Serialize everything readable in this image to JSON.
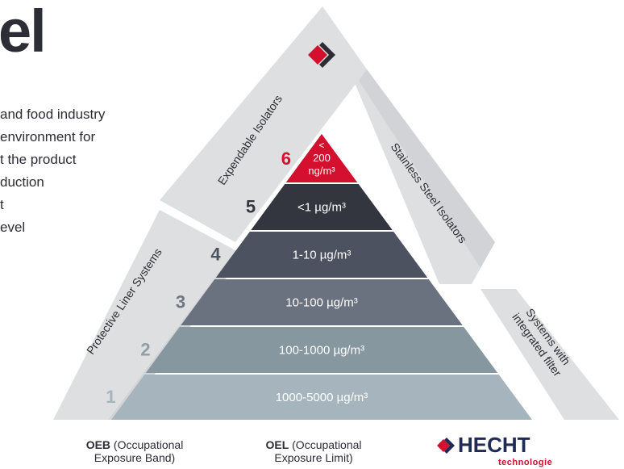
{
  "title": "el",
  "intro_lines": [
    "and food industry",
    "environment for",
    "t the product",
    "duction",
    "t",
    "evel"
  ],
  "side_labels": {
    "expendable": "Expendable Isolators",
    "stainless": "Stainless Steel Isolators",
    "liner": "Protective Liner Systems",
    "filter_line1": "Systems with",
    "filter_line2": "integrated filter"
  },
  "levels": [
    {
      "num": "1",
      "label": "1000-5000 µg/m³",
      "color": "#a6b5bd",
      "num_color": "#a6b5bd"
    },
    {
      "num": "2",
      "label": "100-1000 µg/m³",
      "color": "#8797a0",
      "num_color": "#8f9ea7"
    },
    {
      "num": "3",
      "label": "10-100 µg/m³",
      "color": "#6b727f",
      "num_color": "#6f7682"
    },
    {
      "num": "4",
      "label": "1-10 µg/m³",
      "color": "#4d5260",
      "num_color": "#4d5260"
    },
    {
      "num": "5",
      "label": "<1 µg/m³",
      "color": "#33363f",
      "num_color": "#33363f"
    },
    {
      "num": "6",
      "label_lines": [
        "<",
        "200",
        "ng/m³"
      ],
      "color": "#d3102e",
      "num_color": "#d3102e"
    }
  ],
  "footer": {
    "oeb_bold": "OEB",
    "oeb_rest": " (Occupational",
    "oeb_line2": "Exposure Band)",
    "oel_bold": "OEL",
    "oel_rest": " (Occupational",
    "oel_line2": "Exposure Limit)"
  },
  "logo": {
    "word": "HECHT",
    "sub": "technologie"
  },
  "colors": {
    "frame": "#dedfe1",
    "frame_shadow": "#c9cacd",
    "accent": "#d3102e",
    "text": "#2d2d35",
    "brand": "#1f2a55"
  }
}
